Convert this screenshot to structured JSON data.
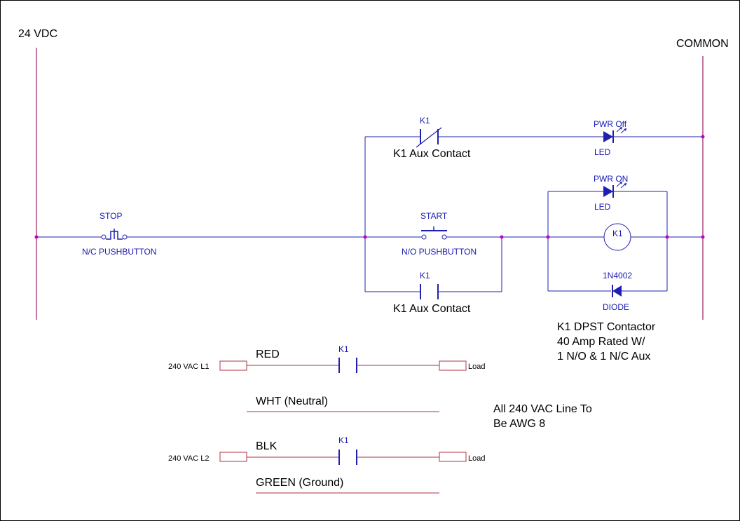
{
  "rails": {
    "left_label": "24 VDC",
    "right_label": "COMMON"
  },
  "rung1": {
    "nc_contact_ref": "K1",
    "nc_contact_caption": "K1 Aux Contact",
    "led_top_label": "PWR Off",
    "led_bottom_label": "LED"
  },
  "rung2": {
    "stop_label": "STOP",
    "stop_caption": "N/C PUSHBUTTON",
    "start_label": "START",
    "start_caption": "N/O PUSHBUTTON",
    "led_top_label": "PWR ON",
    "led_bottom_label": "LED",
    "coil_label": "K1",
    "diode_top_label": "1N4002",
    "diode_bottom_label": "DIODE"
  },
  "rung3": {
    "no_contact_ref": "K1",
    "no_contact_caption": "K1 Aux Contact"
  },
  "contactor_note": [
    "K1 DPST Contactor",
    "40 Amp Rated W/",
    "1 N/O & 1 N/C Aux"
  ],
  "power": {
    "l1_label": "240 VAC L1",
    "l1_wire": "RED",
    "l1_contact": "K1",
    "l1_load": "Load",
    "neutral_wire": "WHT (Neutral)",
    "l2_label": "240 VAC L2",
    "l2_wire": "BLK",
    "l2_contact": "K1",
    "l2_load": "Load",
    "ground_wire": "GREEN (Ground)"
  },
  "awg_note": [
    "All 240 VAC Line To",
    "Be AWG  8"
  ],
  "colors": {
    "wire_blue": "#2020b0",
    "wire_red": "#b03040",
    "node_magenta": "#c000c0",
    "rail_magenta": "#a03070"
  }
}
